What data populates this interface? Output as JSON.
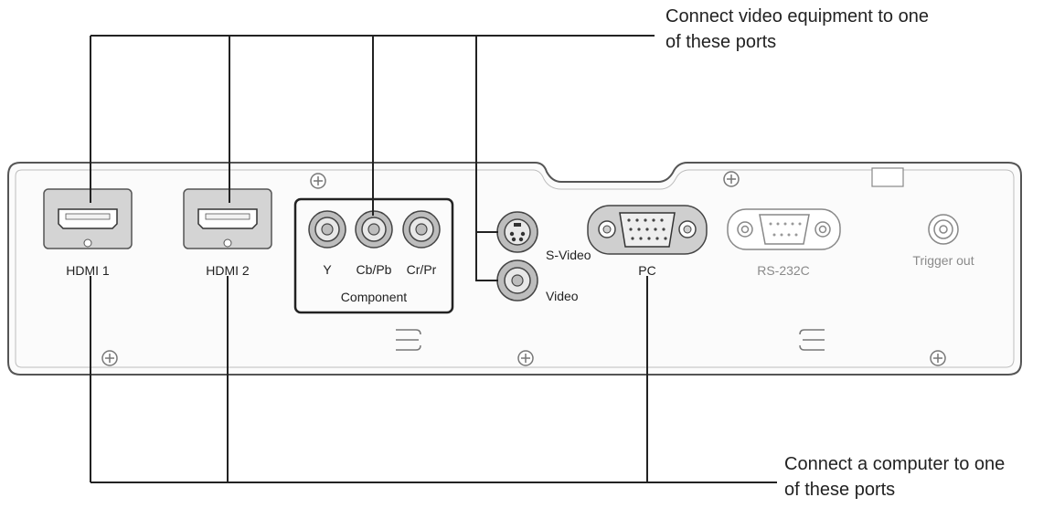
{
  "callouts": {
    "video_line1": "Connect video equipment to one",
    "video_line2": "of these ports",
    "computer_line1": "Connect a computer to one",
    "computer_line2": "of these ports"
  },
  "ports": {
    "hdmi1": "HDMI 1",
    "hdmi2": "HDMI 2",
    "y": "Y",
    "cb_pb": "Cb/Pb",
    "cr_pr": "Cr/Pr",
    "component": "Component",
    "s_video": "S-Video",
    "video": "Video",
    "pc": "PC",
    "rs232c": "RS-232C",
    "trigger_out": "Trigger out"
  }
}
